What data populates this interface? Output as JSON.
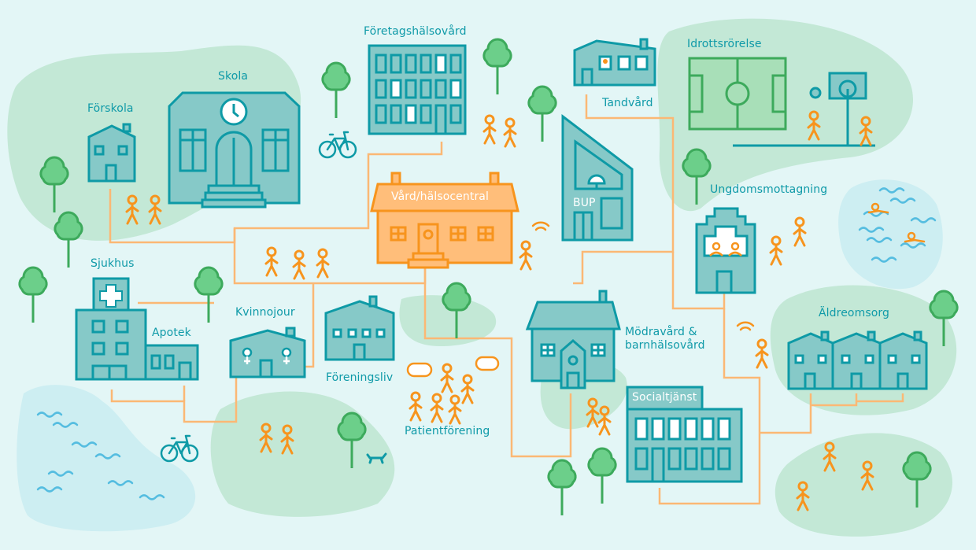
{
  "title": "Vård/hälsocentral",
  "colors": {
    "background": "#e3f6f6",
    "park": "#c3e8d6",
    "water": "#cdeef2",
    "building_fill": "#86c9c8",
    "building_stroke": "#0e9aa6",
    "central_fill": "#ffbe7a",
    "central_stroke": "#f7941d",
    "path": "#fbb874",
    "person": "#f7941d",
    "tree_fill": "#6ccf8a",
    "tree_stroke": "#3daa5c",
    "wave": "#55bde0",
    "label": "#0f9aa8"
  },
  "labels": {
    "skola": "Skola",
    "forskola": "Förskola",
    "foretagshalsovard": "Företagshälsovård",
    "tandvard": "Tandvård",
    "idrottsrorelse": "Idrottsrörelse",
    "ungdomsmottagning": "Ungdomsmottagning",
    "vardcentral": "Vård/hälsocentral",
    "bup": "BUP",
    "sjukhus": "Sjukhus",
    "apotek": "Apotek",
    "kvinnojour": "Kvinnojour",
    "foreningsliv": "Föreningsliv",
    "patientforening": "Patientförening",
    "modravard": "Mödravård &\nbarnhälsovård",
    "socialtjanst": "Socialtjänst",
    "aldreomsorg": "Äldreomsorg"
  }
}
